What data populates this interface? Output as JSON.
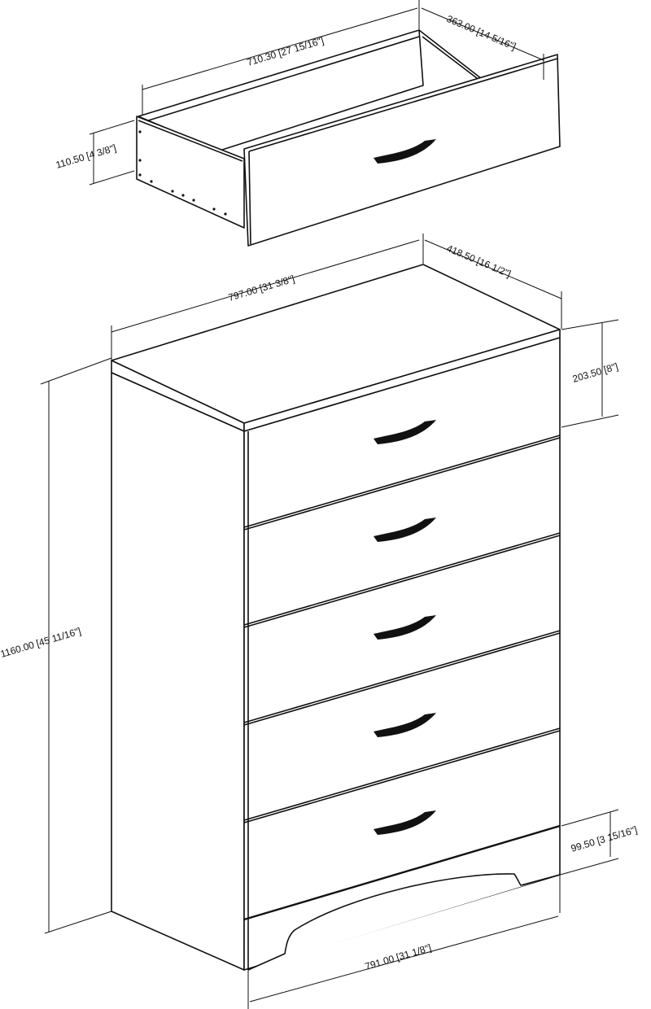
{
  "drawer": {
    "width_label": "710.30 [27 15/16\"]",
    "depth_label": "363.00 [14 5/16\"]",
    "height_label": "110.50 [4 3/8\"]"
  },
  "chest": {
    "width_label": "797.00 [31 3/8\"]",
    "depth_label": "418.50 [16 1/2\"]",
    "height_label": "1160.00 [45 11/16\"]",
    "top_drawer_height_label": "203.50 [8\"]",
    "base_height_label": "99.50 [3 15/16\"]",
    "base_width_label": "791.00 [31 1/8\"]",
    "drawer_count": 5
  },
  "colors": {
    "line": "#111111",
    "background": "#ffffff"
  }
}
